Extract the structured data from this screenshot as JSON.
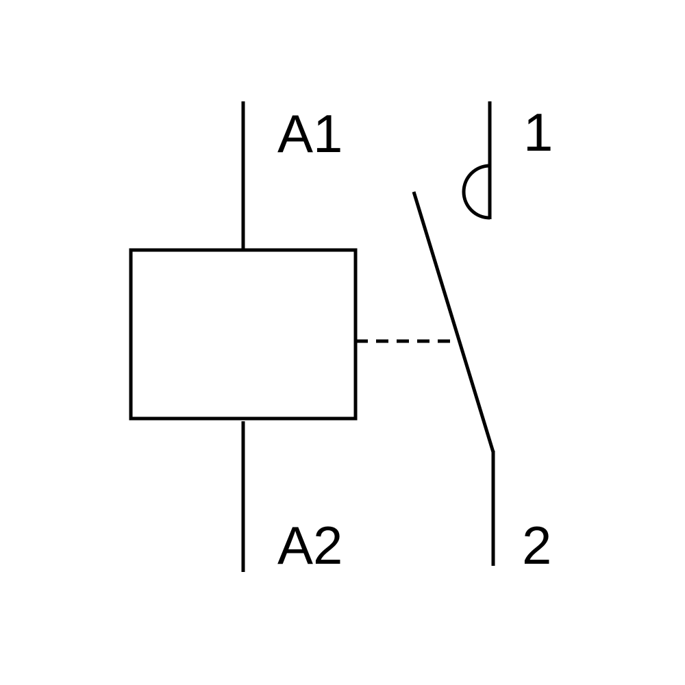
{
  "diagram": {
    "labels": {
      "coil_top": "A1",
      "coil_bottom": "A2",
      "contact_top": "1",
      "contact_bottom": "2"
    },
    "colors": {
      "stroke": "#000000",
      "background": "#ffffff"
    }
  }
}
